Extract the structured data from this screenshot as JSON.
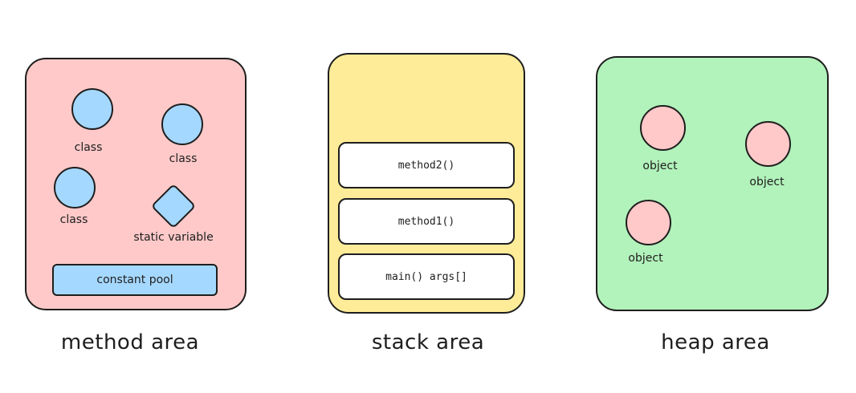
{
  "method_area": {
    "caption": "method area",
    "class_labels": [
      "class",
      "class",
      "class"
    ],
    "static_variable_label": "static variable",
    "constant_pool_label": "constant pool",
    "colors": {
      "panel": "#ffc9c9",
      "shapes": "#a5d8ff"
    }
  },
  "stack_area": {
    "caption": "stack area",
    "frames": [
      "method2()",
      "method1()",
      "main() args[]"
    ],
    "colors": {
      "panel": "#ffec99",
      "frames": "#ffffff"
    }
  },
  "heap_area": {
    "caption": "heap area",
    "object_labels": [
      "object",
      "object",
      "object"
    ],
    "colors": {
      "panel": "#b2f2bb",
      "objects": "#ffc9c9"
    }
  }
}
